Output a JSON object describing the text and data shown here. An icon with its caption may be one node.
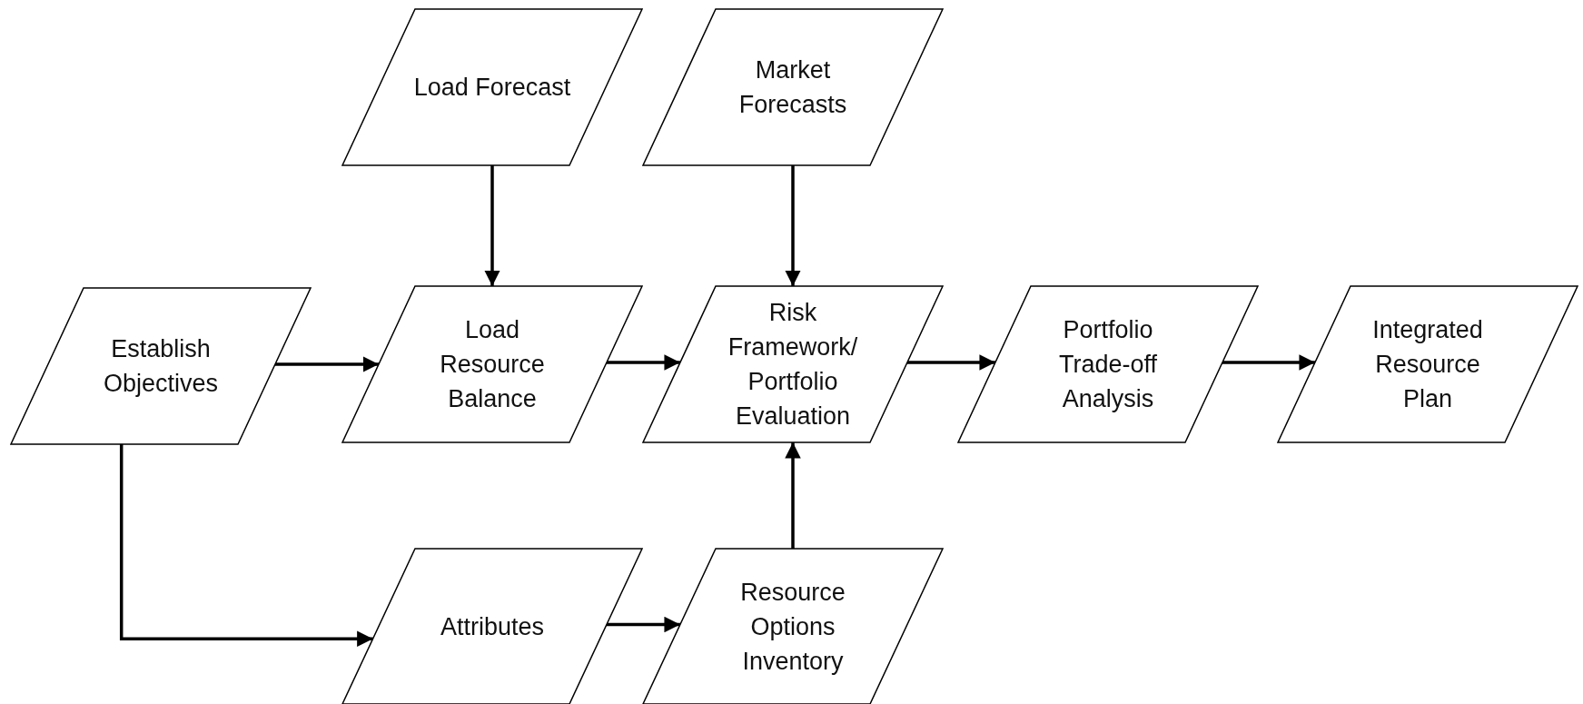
{
  "diagram": {
    "nodes": [
      {
        "text": [
          "Load Forecast"
        ]
      },
      {
        "text": [
          "Market Forecasts"
        ]
      },
      {
        "text": [
          "Establish Objectives"
        ]
      },
      {
        "text": [
          "Load Resource Balance"
        ]
      },
      {
        "text": [
          "Risk Framework/ Portfolio Evaluation"
        ]
      },
      {
        "text": [
          "Portfolio Trade-off Analysis"
        ]
      },
      {
        "text": [
          "Integrated Resource Plan"
        ]
      },
      {
        "text": [
          "Attributes"
        ]
      },
      {
        "text": [
          "Resource Options Inventory"
        ]
      }
    ],
    "edges": [
      {
        "from": 0,
        "to": 3,
        "arrow": "to"
      },
      {
        "from": 1,
        "to": 4,
        "arrow": "to"
      },
      {
        "from": 2,
        "to": 3,
        "arrow": "to"
      },
      {
        "from": 3,
        "to": 4,
        "arrow": "to"
      },
      {
        "from": 4,
        "to": 5,
        "arrow": "to"
      },
      {
        "from": 5,
        "to": 6,
        "arrow": "to"
      },
      {
        "from": 2,
        "to": 7,
        "arrow": "to"
      },
      {
        "from": 7,
        "to": 8,
        "arrow": "to"
      },
      {
        "from": 8,
        "to": 4,
        "arrow": "to"
      }
    ]
  }
}
